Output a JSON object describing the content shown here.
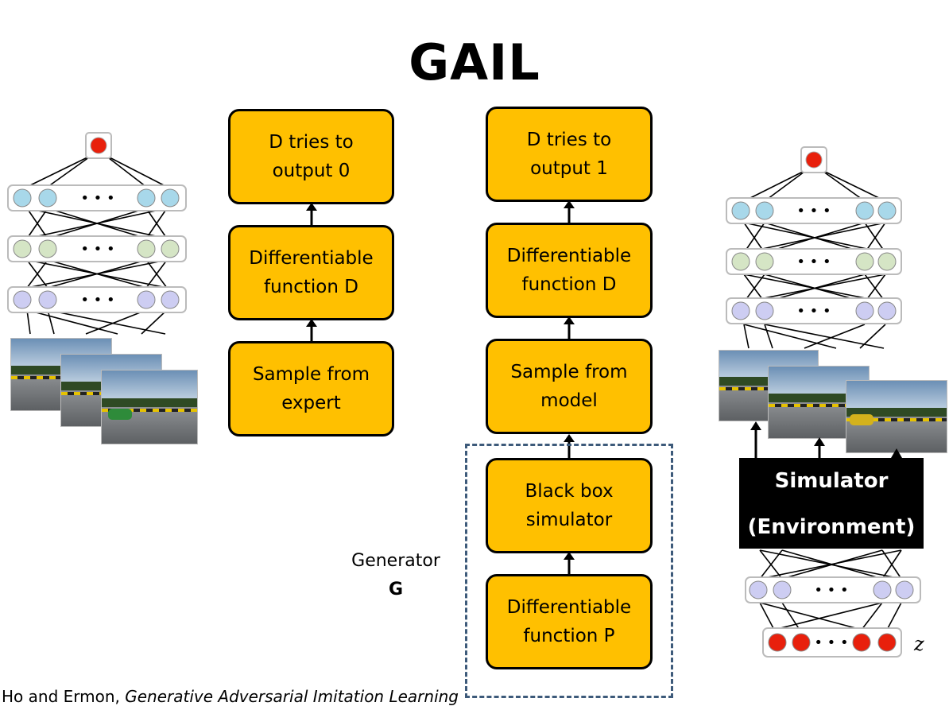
{
  "title": "GAIL",
  "colors": {
    "box_fill": "#FFC000",
    "box_border": "#000000",
    "dash": "#3D5A7A",
    "sim_bg": "#000000",
    "sim_text": "#FFFFFF"
  },
  "left_chain": {
    "top": "D tries to\noutput 0",
    "middle": "Differentiable\nfunction D",
    "bottom": "Sample from\nexpert"
  },
  "right_chain": {
    "top": "D tries to\noutput 1",
    "middle": "Differentiable\nfunction D",
    "bottom": "Sample from\nmodel",
    "black_box": "Black box\nsimulator",
    "policy": "Differentiable\nfunction P"
  },
  "generator": {
    "label": "Generator",
    "symbol": "G"
  },
  "simulator": {
    "line1": "Simulator",
    "line2": "(Environment)"
  },
  "left_network": {
    "layers": [
      "output",
      "hidden-blue",
      "hidden-green",
      "hidden-purple"
    ],
    "ellipsis": "• • •"
  },
  "right_network": {
    "ellipsis": "• • •",
    "latent_symbol": "z"
  },
  "citation": {
    "authors": "Ho and Ermon, ",
    "paper": "Generative Adversarial Imitation Learning"
  }
}
